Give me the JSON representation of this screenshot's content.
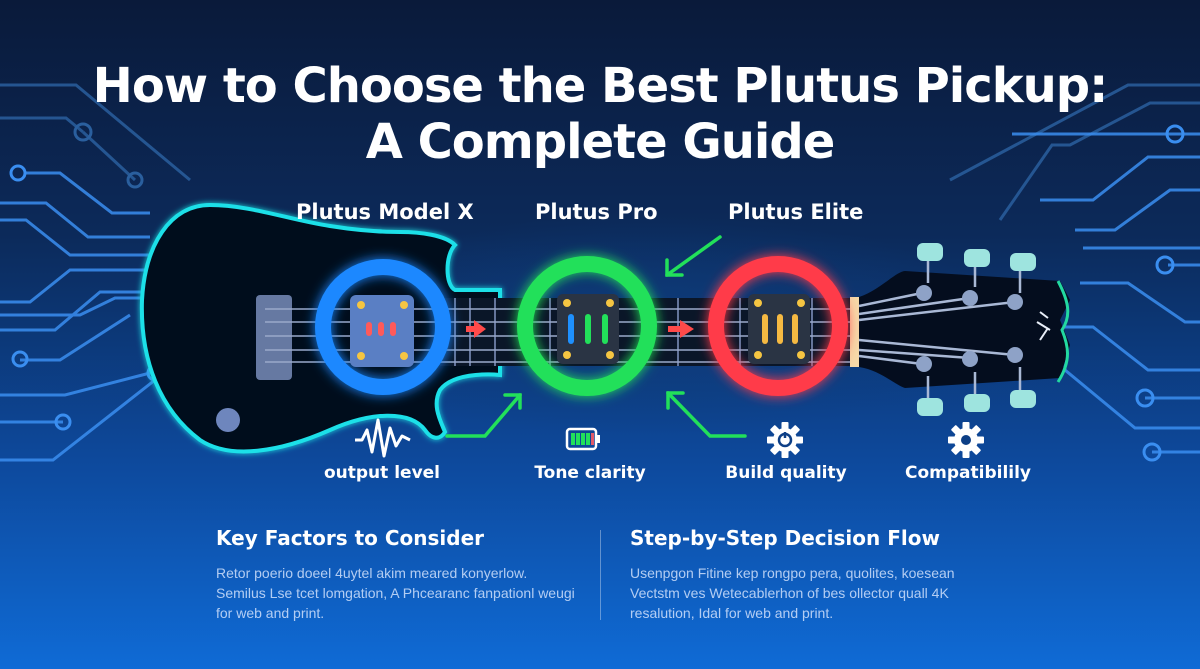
{
  "title": {
    "line1": "How to Choose the Best Plutus Pickup:",
    "line2": "A Complete Guide"
  },
  "models": [
    {
      "label": "Plutus Model X",
      "ring_color": "#1e88ff",
      "pole_color": "#ff5a5a"
    },
    {
      "label": "Plutus Pro",
      "ring_color": "#22e05a",
      "pole_color": "#22e05a"
    },
    {
      "label": "Plutus Elite",
      "ring_color": "#ff3b4a",
      "pole_color": "#f5b942"
    }
  ],
  "factors": [
    {
      "label": "output level",
      "icon": "waveform-icon"
    },
    {
      "label": "Tone clarity",
      "icon": "battery-icon"
    },
    {
      "label": "Build quality",
      "icon": "gear-power-icon"
    },
    {
      "label": "Compatibilily",
      "icon": "gear-icon"
    }
  ],
  "sections": {
    "left": {
      "heading": "Key Factors to Consider",
      "body": "Retor poerio doeel 4uytel akim meared konyerlow. Semilus Lse tcet lomgation, A Phcearanc fanpationl weugi for web and print."
    },
    "right": {
      "heading": "Step-by-Step Decision Flow",
      "body": "Usenpgon Fitine kep rongpo pera, quolites, koesean Vectstm ves Wetecablerhon of bes ollector quall 4K resalution, Idal for web and print."
    }
  },
  "colors": {
    "guitar_outline": "#1fe0e8",
    "arrow_green": "#22e05a",
    "arrow_red": "#ff4a4a",
    "circuit_blue": "#3a8ef0"
  }
}
